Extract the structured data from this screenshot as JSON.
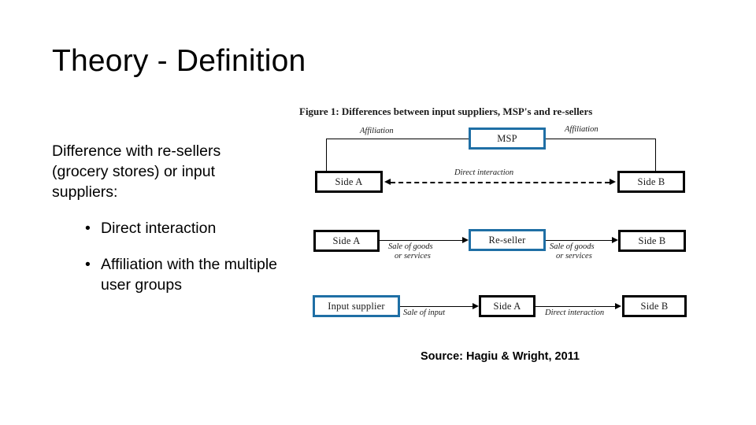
{
  "slide": {
    "title": "Theory - Definition",
    "lead_text": "Difference with re-sellers (grocery stores) or input suppliers:",
    "bullets": [
      {
        "marker": "•",
        "label": "Direct interaction"
      },
      {
        "marker": "•",
        "label": "Affiliation with the multiple user groups"
      }
    ],
    "source": "Source: Hagiu & Wright, 2011"
  },
  "figure": {
    "caption": "Figure 1: Differences between input suppliers, MSP's and re-sellers",
    "colors": {
      "highlight_border": "#1F6FA5",
      "default_border": "#000000",
      "background": "#FFFFFF"
    },
    "rows": [
      {
        "id": "msp-row",
        "nodes": [
          {
            "id": "msp-side-a",
            "label": "Side A",
            "style": "black"
          },
          {
            "id": "msp",
            "label": "MSP",
            "style": "blue"
          },
          {
            "id": "msp-side-b",
            "label": "Side B",
            "style": "black"
          }
        ],
        "labels": [
          {
            "id": "affiliation-left",
            "text": "Affiliation"
          },
          {
            "id": "affiliation-right",
            "text": "Affiliation"
          },
          {
            "id": "direct-interaction-msp",
            "text": "Direct interaction"
          }
        ]
      },
      {
        "id": "reseller-row",
        "nodes": [
          {
            "id": "reseller-side-a",
            "label": "Side A",
            "style": "black"
          },
          {
            "id": "reseller",
            "label": "Re-seller",
            "style": "blue"
          },
          {
            "id": "reseller-side-b",
            "label": "Side B",
            "style": "black"
          }
        ],
        "labels": [
          {
            "id": "sale-goods-left-1",
            "text": "Sale of goods"
          },
          {
            "id": "sale-goods-left-2",
            "text": "or services"
          },
          {
            "id": "sale-goods-right-1",
            "text": "Sale of goods"
          },
          {
            "id": "sale-goods-right-2",
            "text": "or services"
          }
        ]
      },
      {
        "id": "input-supplier-row",
        "nodes": [
          {
            "id": "input-supplier",
            "label": "Input supplier",
            "style": "blue"
          },
          {
            "id": "input-side-a",
            "label": "Side A",
            "style": "black"
          },
          {
            "id": "input-side-b",
            "label": "Side B",
            "style": "black"
          }
        ],
        "labels": [
          {
            "id": "sale-of-input",
            "text": "Sale of input"
          },
          {
            "id": "direct-interaction-input",
            "text": "Direct interaction"
          }
        ]
      }
    ]
  }
}
